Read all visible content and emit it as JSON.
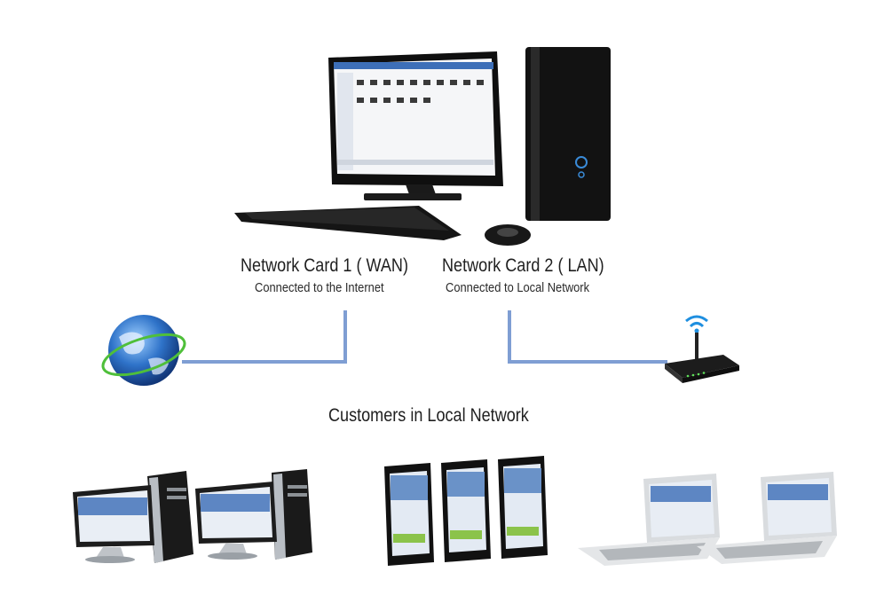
{
  "server": {
    "wan_card_title": "Network Card 1 ( WAN)",
    "wan_card_subtitle": "Connected to the Internet",
    "lan_card_title": "Network Card 2 ( LAN)",
    "lan_card_subtitle": "Connected to Local Network"
  },
  "customers": {
    "title": "Customers in Local Network"
  },
  "colors": {
    "connection_line": "#7f9ed3",
    "computer_body": "#111111",
    "screen_window": "#ffffff"
  },
  "icons": [
    "server-computer-icon",
    "globe-icon",
    "router-icon",
    "desktop-pc-icon",
    "smartphone-icon",
    "laptop-icon"
  ]
}
